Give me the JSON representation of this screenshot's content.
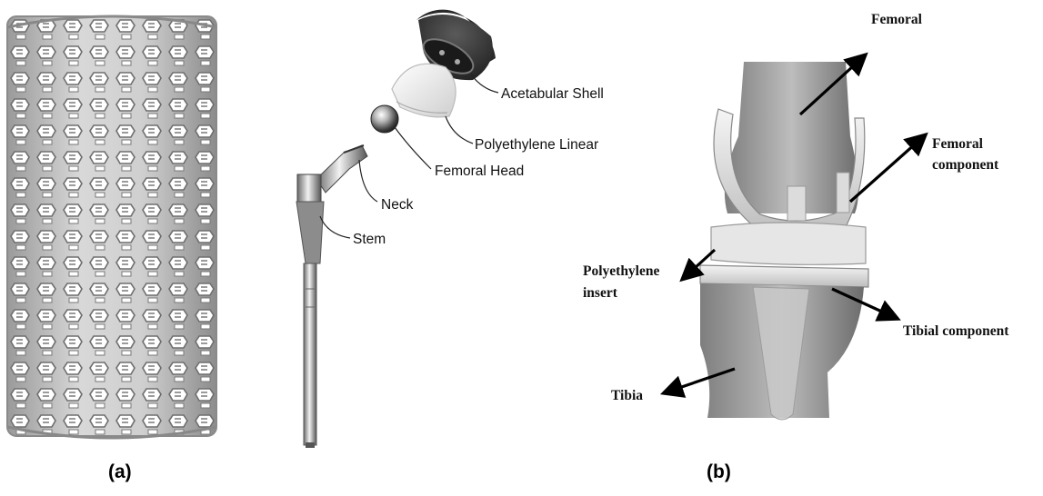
{
  "panel_a": {
    "caption": "(a)",
    "labels": {
      "acetabular_shell": "Acetabular Shell",
      "polyethylene_linear": "Polyethylene Linear",
      "femoral_head": "Femoral Head",
      "neck": "Neck",
      "stem": "Stem"
    }
  },
  "panel_b": {
    "caption": "(b)",
    "labels": {
      "femoral": "Femoral",
      "femoral_component_1": "Femoral",
      "femoral_component_2": "component",
      "polyethylene_insert_1": "Polyethylene",
      "polyethylene_insert_2": "insert",
      "tibial_component": "Tibial component",
      "tibia": "Tibia"
    }
  }
}
